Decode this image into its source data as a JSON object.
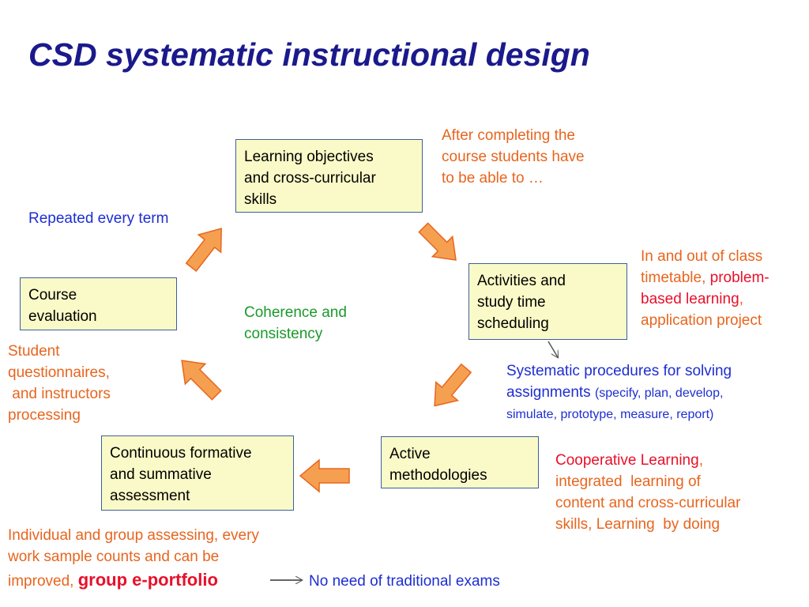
{
  "title": "CSD systematic instructional design",
  "boxes": {
    "objectives": [
      "Learning objectives",
      "and cross-curricular",
      "skills"
    ],
    "activities": [
      "Activities and",
      "study time",
      "scheduling"
    ],
    "active": [
      "Active",
      "methodologies"
    ],
    "assessment": [
      "Continuous formative",
      "and summative",
      "assessment"
    ],
    "evaluation": [
      "Course",
      "evaluation"
    ]
  },
  "notes": {
    "after": [
      "After completing the",
      "course students have",
      "to be able to …"
    ],
    "repeated": "Repeated every term",
    "inout": {
      "line1": "In and out of class",
      "line2a": "timetable, ",
      "line2b": "problem-",
      "line3a": "based learning",
      "line3b": ",",
      "line4": "application project"
    },
    "coherence": [
      "Coherence and",
      "consistency"
    ],
    "student": [
      "Student",
      "questionnaires,",
      " and instructors",
      "processing"
    ],
    "systematic": {
      "line1": "Systematic procedures for solving",
      "line2a": "assignments ",
      "line2b": "(specify, plan, develop,",
      "line3": "simulate, prototype, measure, report)"
    },
    "cooperative": {
      "line1a": "Cooperative Learning",
      "line1b": ",",
      "line2": "integrated  learning of",
      "line3": "content and cross-curricular",
      "line4": "skills, Learning  by doing"
    },
    "individual": {
      "line1": "Individual and group assessing, every",
      "line2": "work sample counts and can be",
      "line3a": "improved, ",
      "line3b": "group e-portfolio"
    },
    "noexams": "No need of traditional exams"
  },
  "colors": {
    "title": "#1a1a8c",
    "box_fill": "#fafac8",
    "box_border": "#3c5fa0",
    "arrow_fill": "#f5a050",
    "arrow_stroke": "#e8651e",
    "orange_text": "#e8651e",
    "red_text": "#e8102a",
    "blue_text": "#1e2ed0",
    "green_text": "#1a9a2a"
  }
}
